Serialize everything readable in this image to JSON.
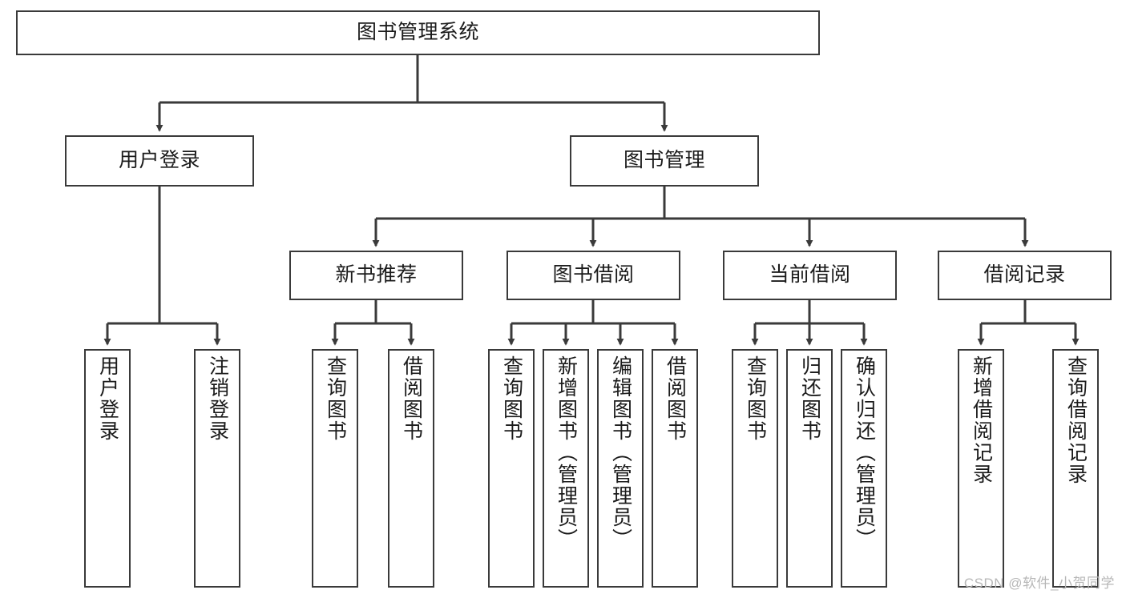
{
  "diagram": {
    "title": "图书管理系统",
    "type": "tree-hierarchy-chart",
    "watermark": "CSDN @软件_小贺同学",
    "colors": {
      "border": "#3a3a3a",
      "text": "#1b1b1b",
      "background": "#ffffff",
      "watermark": "#b7b7b7"
    },
    "nodes": {
      "root": {
        "label": "图书管理系统"
      },
      "level2": [
        {
          "label": "用户登录"
        },
        {
          "label": "图书管理"
        }
      ],
      "level3": [
        {
          "label": "新书推荐"
        },
        {
          "label": "图书借阅"
        },
        {
          "label": "当前借阅"
        },
        {
          "label": "借阅记录"
        }
      ],
      "leaves": {
        "user_login": [
          {
            "label": "用户登录"
          },
          {
            "label": "注销登录"
          }
        ],
        "new_book_recommend": [
          {
            "label": "查询图书"
          },
          {
            "label": "借阅图书"
          }
        ],
        "book_borrow": [
          {
            "label": "查询图书"
          },
          {
            "label": "新增图书（管理员）"
          },
          {
            "label": "编辑图书（管理员）"
          },
          {
            "label": "借阅图书"
          }
        ],
        "current_borrow": [
          {
            "label": "查询图书"
          },
          {
            "label": "归还图书"
          },
          {
            "label": "确认归还（管理员）"
          }
        ],
        "borrow_record": [
          {
            "label": "新增借阅记录"
          },
          {
            "label": "查询借阅记录"
          }
        ]
      }
    }
  }
}
